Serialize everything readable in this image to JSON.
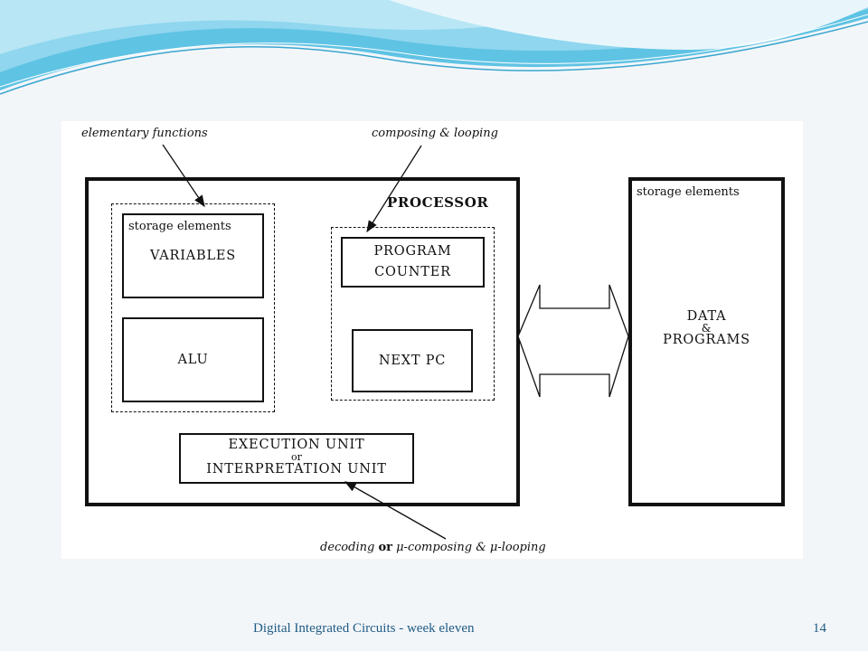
{
  "slide": {
    "footer_title": "Digital Integrated Circuits - week eleven",
    "page_number": "14"
  },
  "diagram": {
    "annotations": {
      "elementary_functions": "elementary functions",
      "composing_looping": "composing & looping",
      "decoding_prefix": "decoding",
      "decoding_or": "or",
      "decoding_suffix": "μ-composing & μ-looping"
    },
    "processor": {
      "title": "PROCESSOR",
      "variables_caption": "storage elements",
      "variables": "VARIABLES",
      "alu": "ALU",
      "program_counter_line1": "PROGRAM",
      "program_counter_line2": "COUNTER",
      "next_pc": "NEXT PC",
      "execution_line1": "EXECUTION UNIT",
      "execution_line2": "or",
      "execution_line3": "INTERPRETATION UNIT"
    },
    "memory": {
      "caption": "storage elements",
      "line1": "DATA",
      "line2": "&",
      "line3": "PROGRAMS"
    }
  }
}
